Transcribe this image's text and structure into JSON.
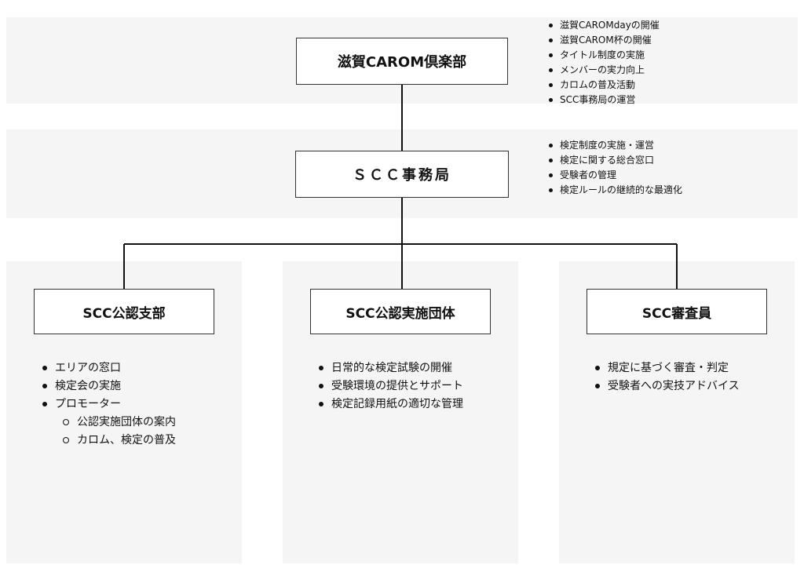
{
  "top": {
    "title": "滋賀CAROM倶楽部",
    "notes": [
      "滋賀CAROMdayの開催",
      "滋賀CAROM杯の開催",
      "タイトル制度の実施",
      "メンバーの実力向上",
      "カロムの普及活動",
      "SCC事務局の運営"
    ]
  },
  "office": {
    "title": "ＳＣＣ事務局",
    "notes": [
      "検定制度の実施・運営",
      "検定に関する総合窓口",
      "受験者の管理",
      "検定ルールの継続的な最適化"
    ]
  },
  "branches": [
    {
      "title": "SCC公認支部",
      "items": [
        {
          "text": "エリアの窓口",
          "level": 1
        },
        {
          "text": "検定会の実施",
          "level": 1
        },
        {
          "text": "プロモーター",
          "level": 1
        },
        {
          "text": "公認実施団体の案内",
          "level": 2
        },
        {
          "text": "カロム、検定の普及",
          "level": 2
        }
      ]
    },
    {
      "title": "SCC公認実施団体",
      "items": [
        {
          "text": "日常的な検定試験の開催",
          "level": 1
        },
        {
          "text": "受験環境の提供とサポート",
          "level": 1
        },
        {
          "text": "検定記録用紙の適切な管理",
          "level": 1
        }
      ]
    },
    {
      "title": "SCC審査員",
      "items": [
        {
          "text": "規定に基づく審査・判定",
          "level": 1
        },
        {
          "text": "受験者への実技アドバイス",
          "level": 1
        }
      ]
    }
  ]
}
